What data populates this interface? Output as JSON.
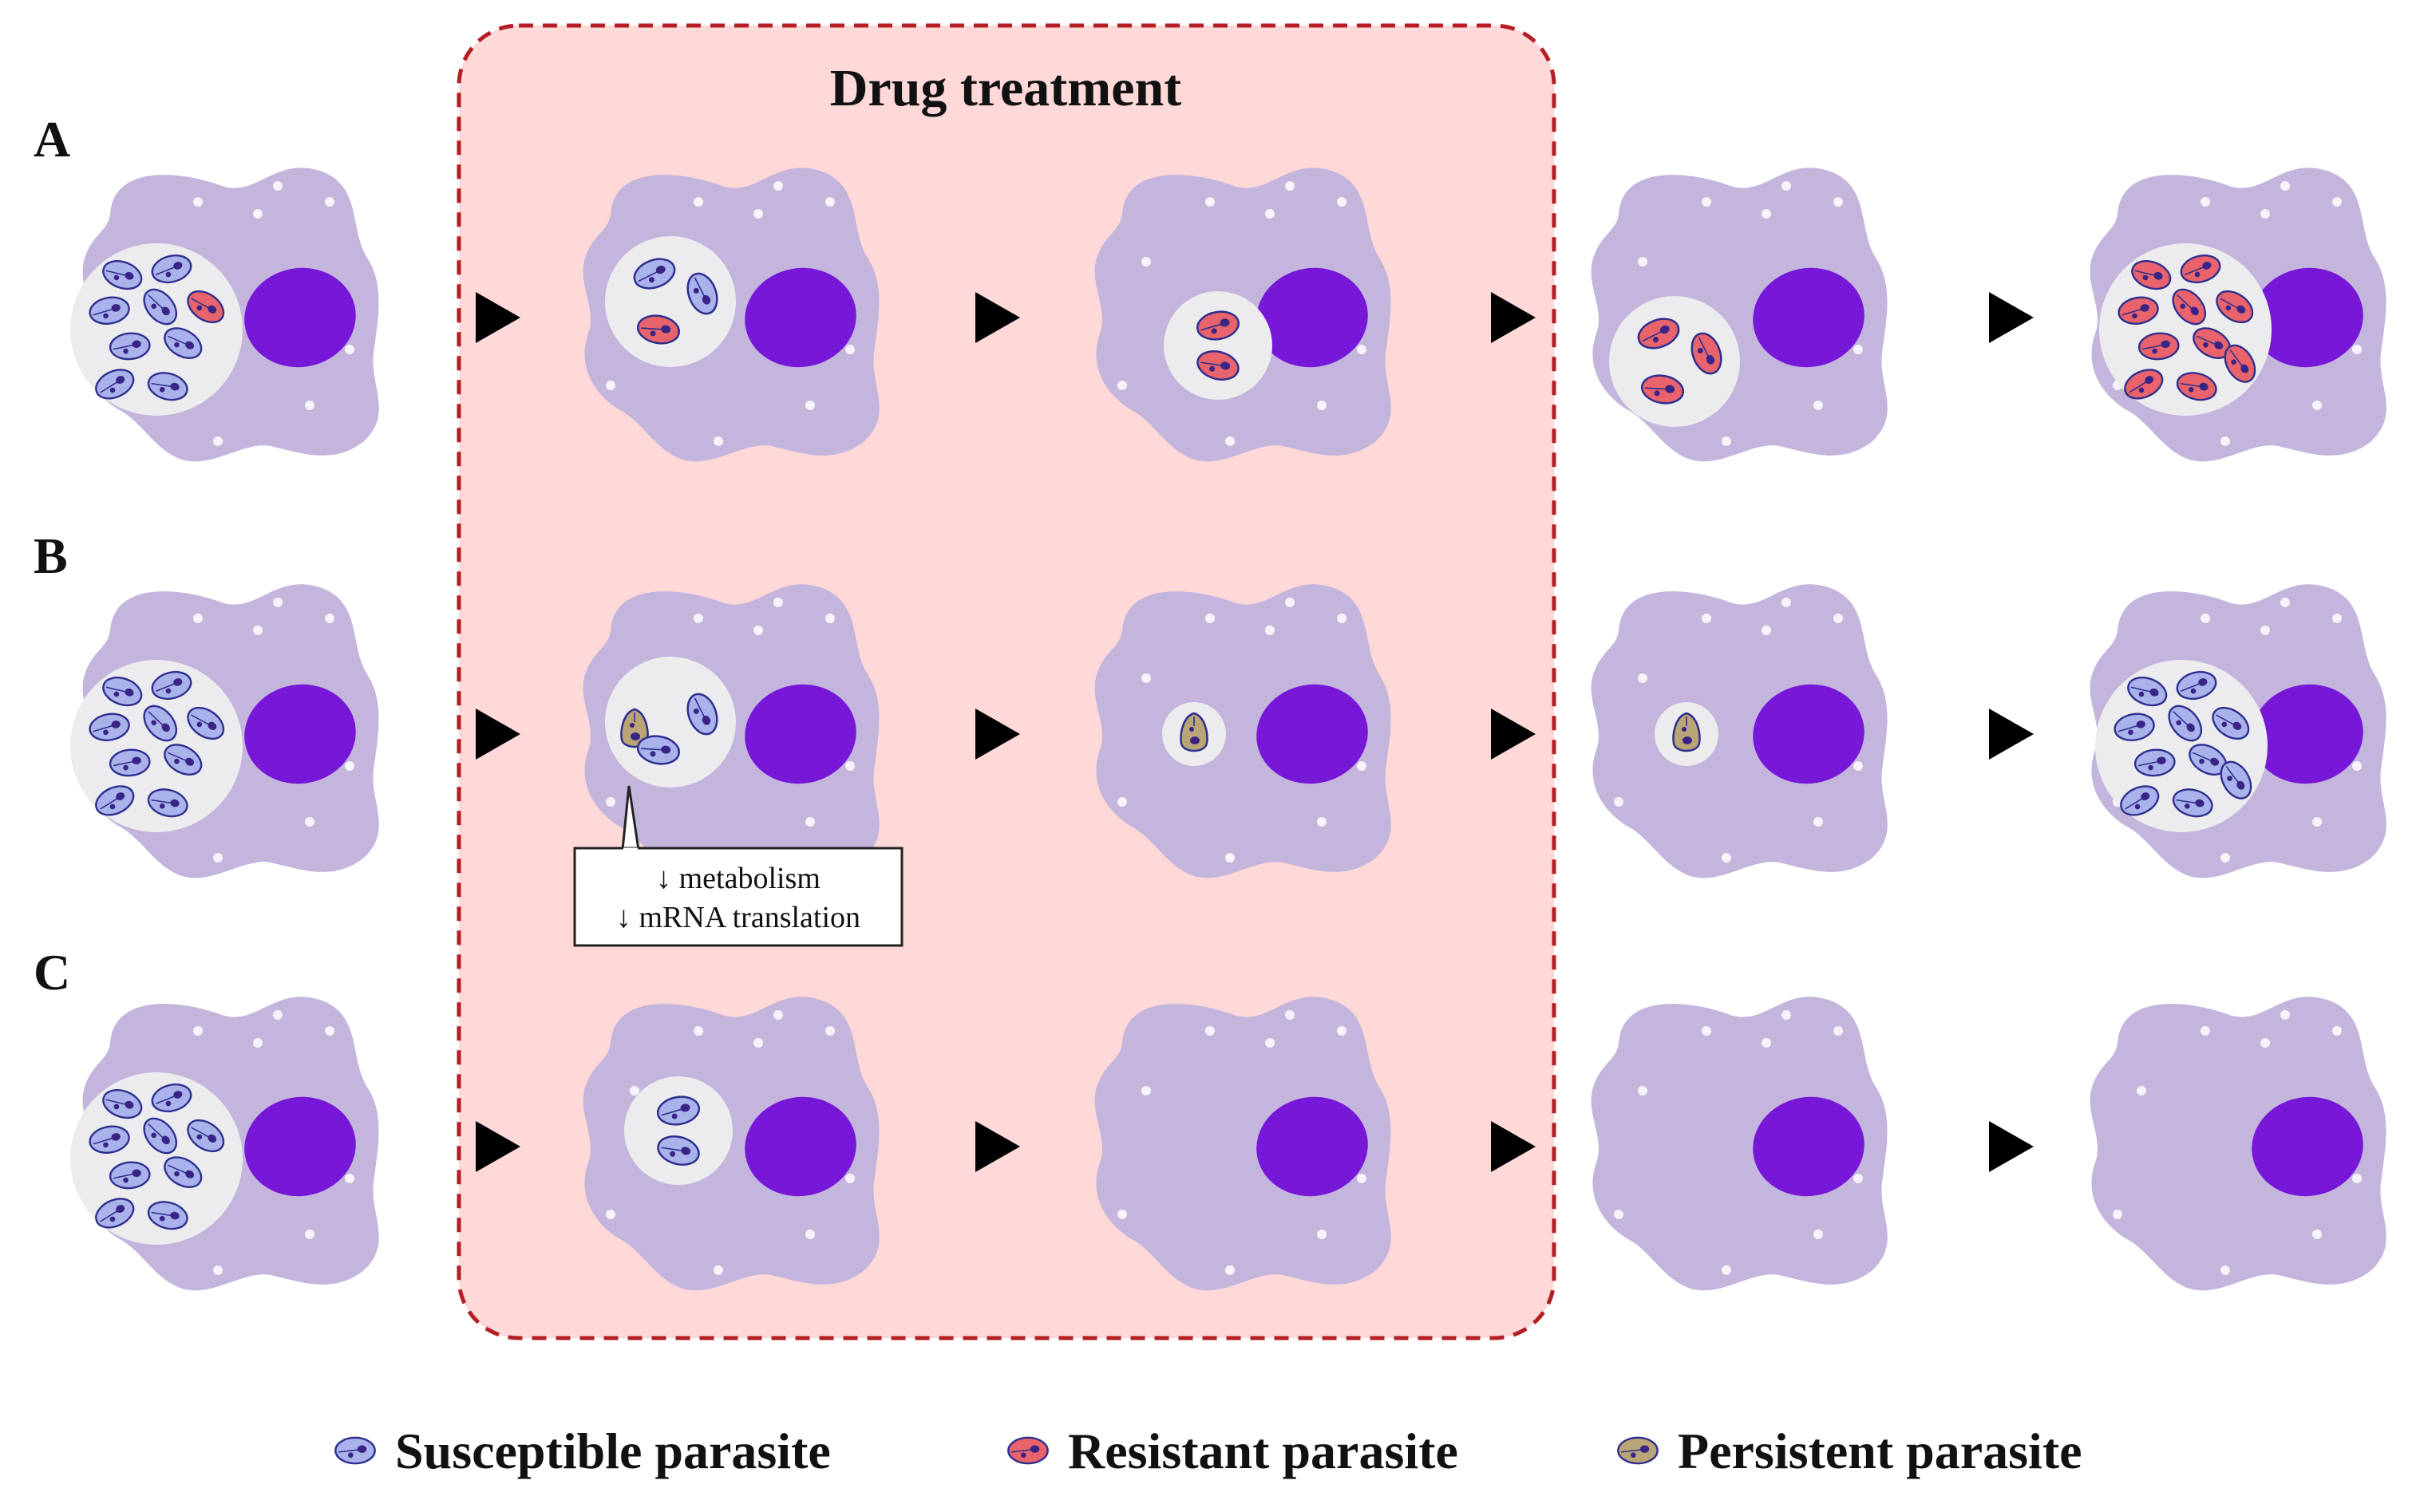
{
  "title": "Drug treatment",
  "rows": [
    {
      "label": "A",
      "stages": [
        {
          "vacuole": "large",
          "parasites": [
            "susceptible",
            "susceptible",
            "susceptible",
            "susceptible",
            "resistant",
            "susceptible",
            "susceptible",
            "susceptible",
            "susceptible"
          ]
        },
        {
          "vacuole": "medium",
          "parasites": [
            "susceptible",
            "susceptible",
            "resistant"
          ]
        },
        {
          "vacuole": "small",
          "parasites": [
            "resistant",
            "resistant"
          ]
        },
        {
          "vacuole": "medium",
          "parasites": [
            "resistant",
            "resistant",
            "resistant"
          ]
        },
        {
          "vacuole": "large",
          "parasites": [
            "resistant",
            "resistant",
            "resistant",
            "resistant",
            "resistant",
            "resistant",
            "resistant",
            "resistant",
            "resistant",
            "resistant"
          ]
        }
      ]
    },
    {
      "label": "B",
      "stages": [
        {
          "vacuole": "large",
          "parasites": [
            "susceptible",
            "susceptible",
            "susceptible",
            "susceptible",
            "susceptible",
            "susceptible",
            "susceptible",
            "susceptible",
            "susceptible"
          ]
        },
        {
          "vacuole": "medium",
          "parasites": [
            "persistent",
            "susceptible",
            "susceptible"
          ]
        },
        {
          "vacuole": "tiny",
          "parasites": [
            "persistent"
          ]
        },
        {
          "vacuole": "tiny",
          "parasites": [
            "persistent"
          ]
        },
        {
          "vacuole": "large",
          "parasites": [
            "susceptible",
            "susceptible",
            "susceptible",
            "susceptible",
            "susceptible",
            "susceptible",
            "susceptible",
            "susceptible",
            "susceptible",
            "susceptible"
          ]
        }
      ]
    },
    {
      "label": "C",
      "stages": [
        {
          "vacuole": "large",
          "parasites": [
            "susceptible",
            "susceptible",
            "susceptible",
            "susceptible",
            "susceptible",
            "susceptible",
            "susceptible",
            "susceptible",
            "susceptible"
          ]
        },
        {
          "vacuole": "small",
          "parasites": [
            "susceptible",
            "susceptible"
          ]
        },
        {
          "vacuole": "none",
          "parasites": []
        },
        {
          "vacuole": "none",
          "parasites": []
        },
        {
          "vacuole": "none",
          "parasites": []
        }
      ]
    }
  ],
  "callout": {
    "line1": "↓ metabolism",
    "line2": "↓ mRNA translation"
  },
  "legend": [
    {
      "type": "susceptible",
      "label": "Susceptible parasite"
    },
    {
      "type": "resistant",
      "label": "Resistant parasite"
    },
    {
      "type": "persistent",
      "label": "Persistent parasite"
    }
  ],
  "colors": {
    "cell": "#c4b5dd",
    "nucleus": "#7717d8",
    "vacuole": "#ececee",
    "susceptible": "#a9b2ea",
    "resistant": "#e8636b",
    "persistent": "#b9a576",
    "parasite_outline": "#2e2f8f",
    "parasite_nucleus": "#3a2586",
    "treatment_box": "#ffd8d8",
    "treatment_border": "#b41e24",
    "arrow": "#000000"
  }
}
